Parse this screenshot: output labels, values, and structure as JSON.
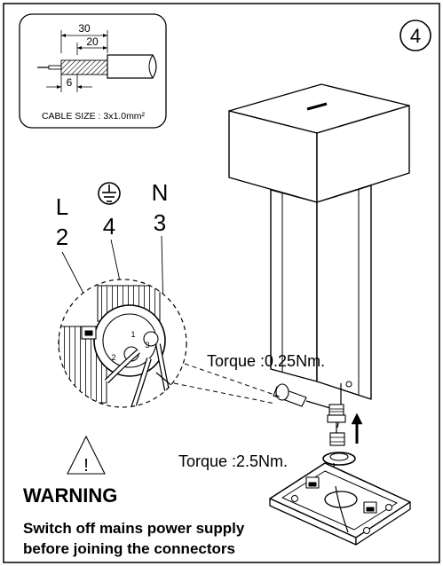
{
  "step_number": "4",
  "cable_detail": {
    "dim_outer": "30",
    "dim_inner": "20",
    "dim_strip": "6",
    "cable_size_label": "CABLE SIZE : 3x1.0mm²"
  },
  "terminals": [
    {
      "letter": "L",
      "number": "2"
    },
    {
      "letter": "",
      "number": "4",
      "symbol": "earth-ground-symbol"
    },
    {
      "letter": "N",
      "number": "3"
    }
  ],
  "terminal_face_numbers": [
    "1",
    "2",
    "3"
  ],
  "torque_upper": "Torque :0.25Nm.",
  "torque_lower": "Torque :2.5Nm.",
  "warning": {
    "symbol": "!",
    "title": "WARNING",
    "line1": "Switch off mains power supply",
    "line2": "before joining the connectors"
  },
  "colors": {
    "line": "#000000",
    "background": "#ffffff",
    "hatch_gray": "#9a9a9a"
  }
}
